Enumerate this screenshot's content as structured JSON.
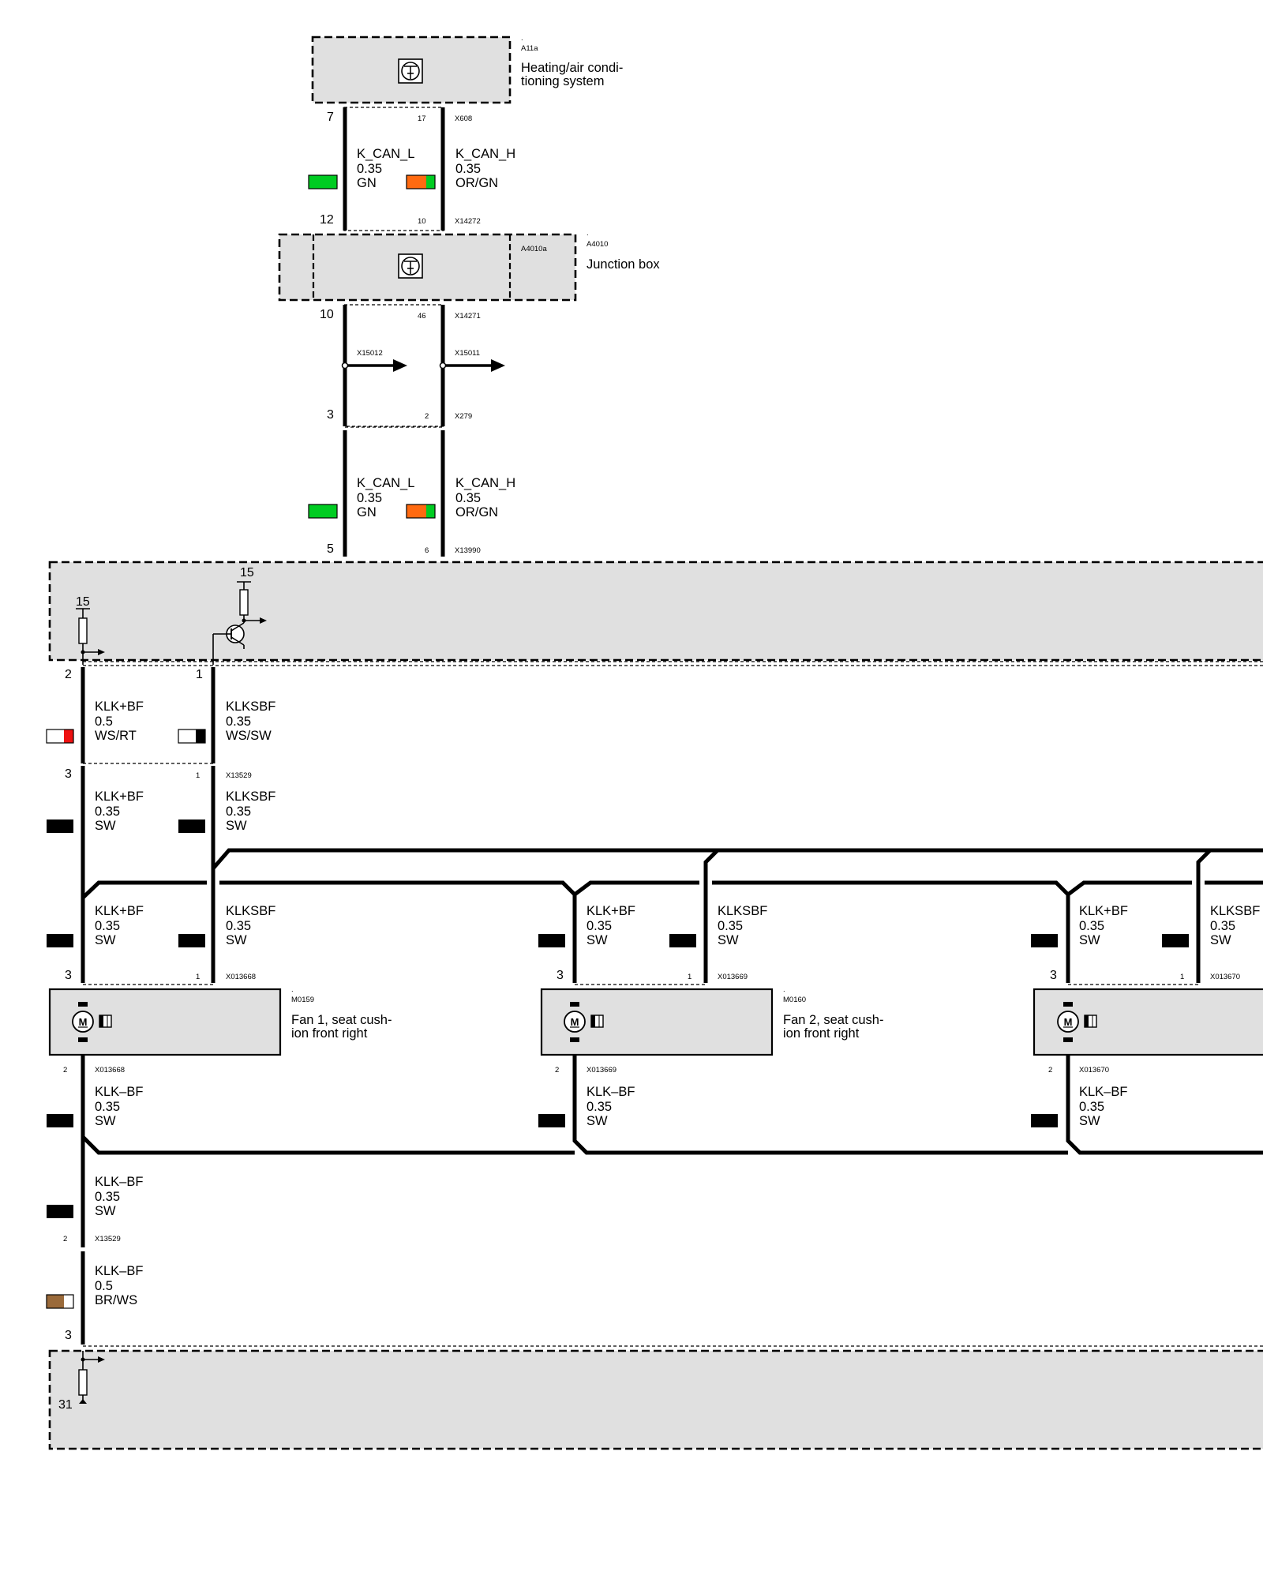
{
  "components": {
    "hvac": {
      "id": "A11a",
      "name_line1": "Heating/air condi-",
      "name_line2": "tioning system",
      "icon": "control-unit-icon"
    },
    "junction_box": {
      "id": "A4010",
      "inner_id": "A4010a",
      "name": "Junction box",
      "icon": "control-unit-icon"
    },
    "fan1": {
      "id": "M0159",
      "name_line1": "Fan 1, seat cush-",
      "name_line2": "ion front right",
      "icon": "motor-icon"
    },
    "fan2": {
      "id": "M0160",
      "name_line1": "Fan 2, seat cush-",
      "name_line2": "ion front right",
      "icon": "motor-icon"
    },
    "fan3": {
      "icon": "motor-icon"
    },
    "lower_module": {
      "terminal": "31"
    },
    "seat_module": {
      "terminal_left": "15",
      "terminal_right": "15"
    }
  },
  "motor_letter": "M",
  "connectors": [
    "X608",
    "X14272",
    "X14271",
    "X15012",
    "X15011",
    "X279",
    "X13990",
    "X13529",
    "X013668",
    "X013669",
    "X013670"
  ],
  "can_wires": {
    "upper": {
      "left": {
        "signal": "K_CAN_L",
        "gauge": "0.35",
        "color": "GN",
        "pin_top": "7",
        "pin_bottom": "12"
      },
      "right": {
        "signal": "K_CAN_H",
        "gauge": "0.35",
        "color": "OR/GN",
        "pin_top": "17",
        "pin_bottom": "10"
      }
    },
    "middle": {
      "pin_left_top": "10",
      "pin_right_top": "46",
      "pin_left_bottom": "3",
      "pin_right_bottom": "2"
    },
    "lower": {
      "left": {
        "signal": "K_CAN_L",
        "gauge": "0.35",
        "color": "GN",
        "pin_bottom": "5"
      },
      "right": {
        "signal": "K_CAN_H",
        "gauge": "0.35",
        "color": "OR/GN",
        "pin_bottom": "6"
      }
    }
  },
  "supply_wires": {
    "seg1": {
      "left": {
        "signal": "KLK+BF",
        "gauge": "0.5",
        "color": "WS/RT",
        "pin_top": "2",
        "pin_bottom": "3"
      },
      "right": {
        "signal": "KLKSBF",
        "gauge": "0.35",
        "color": "WS/SW",
        "pin_top": "1",
        "pin_bottom": "1"
      }
    },
    "seg2": {
      "left": {
        "signal": "KLK+BF",
        "gauge": "0.35",
        "color": "SW"
      },
      "right": {
        "signal": "KLKSBF",
        "gauge": "0.35",
        "color": "SW"
      }
    },
    "branch1": {
      "left": {
        "signal": "KLK+BF",
        "gauge": "0.35",
        "color": "SW",
        "pin": "3"
      },
      "right": {
        "signal": "KLKSBF",
        "gauge": "0.35",
        "color": "SW",
        "pin": "1"
      }
    },
    "branch2": {
      "left": {
        "signal": "KLK+BF",
        "gauge": "0.35",
        "color": "SW",
        "pin": "3"
      },
      "right": {
        "signal": "KLKSBF",
        "gauge": "0.35",
        "color": "SW",
        "pin": "1"
      }
    },
    "branch3": {
      "left": {
        "signal": "KLK+BF",
        "gauge": "0.35",
        "color": "SW",
        "pin": "3"
      },
      "right": {
        "signal": "KLKSBF",
        "gauge": "0.35",
        "color": "SW",
        "pin": "1"
      }
    }
  },
  "ground_wires": {
    "fan1": {
      "signal": "KLK–BF",
      "gauge": "0.35",
      "color": "SW",
      "pin": "2"
    },
    "fan2": {
      "signal": "KLK–BF",
      "gauge": "0.35",
      "color": "SW",
      "pin": "2"
    },
    "fan3": {
      "signal": "KLK–BF",
      "gauge": "0.35",
      "color": "SW",
      "pin": "2"
    },
    "trunk": {
      "signal": "KLK–BF",
      "gauge": "0.35",
      "color": "SW",
      "pin": "2"
    },
    "final": {
      "signal": "KLK–BF",
      "gauge": "0.5",
      "color": "BR/WS",
      "pin": "3"
    }
  },
  "color_codes": {
    "GN": "#00cc22",
    "OR": "#ff6a10",
    "SW": "#000000",
    "WS": "#ffffff",
    "RT": "#ee1111",
    "BR": "#9a6a3a"
  }
}
